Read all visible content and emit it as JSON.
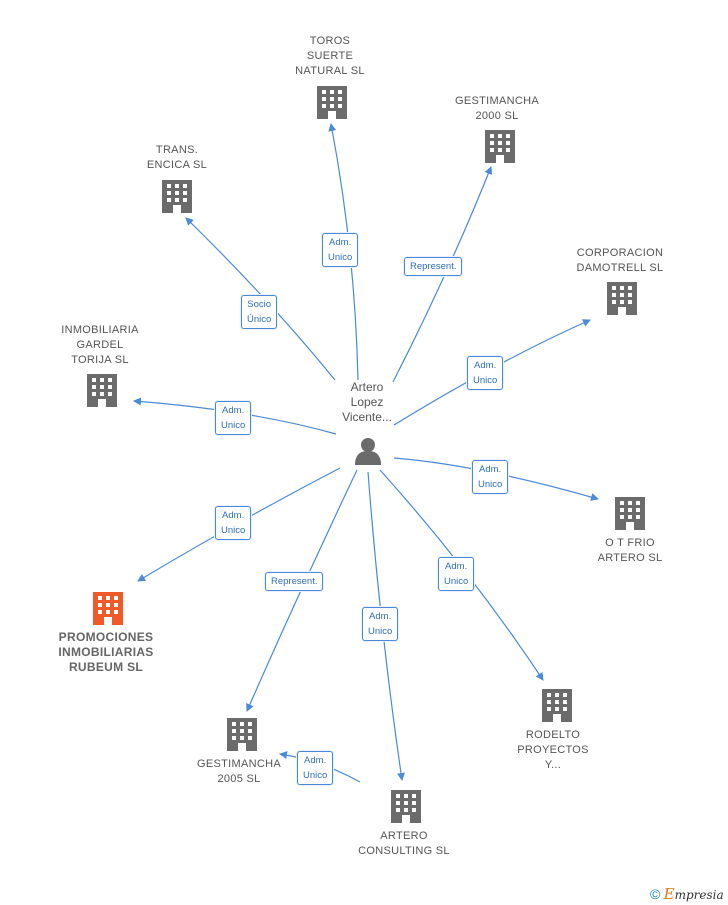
{
  "center": {
    "label": "Artero\nLopez\nVicente..."
  },
  "nodes": [
    {
      "id": "toros",
      "label": "TOROS\nSUERTE\nNATURAL SL",
      "highlight": false
    },
    {
      "id": "gest2000",
      "label": "GESTIMANCHA\n2000 SL",
      "highlight": false
    },
    {
      "id": "trans",
      "label": "TRANS.\nENCICA SL",
      "highlight": false
    },
    {
      "id": "corp",
      "label": "CORPORACION\nDAMOTRELL SL",
      "highlight": false
    },
    {
      "id": "inmob",
      "label": "INMOBILIARIA\nGARDEL\nTORIJA  SL",
      "highlight": false
    },
    {
      "id": "otfrio",
      "label": "O T FRIO\nARTERO SL",
      "highlight": false
    },
    {
      "id": "promo",
      "label": "PROMOCIONES\nINMOBILIARIAS\nRUBEUM SL",
      "highlight": true
    },
    {
      "id": "rodelto",
      "label": "RODELTO\nPROYECTOS\nY...",
      "highlight": false
    },
    {
      "id": "gest2005",
      "label": "GESTIMANCHA\n2005 SL",
      "highlight": false
    },
    {
      "id": "artero",
      "label": "ARTERO\nCONSULTING SL",
      "highlight": false
    }
  ],
  "edges": [
    {
      "to": "toros",
      "label": "Adm.\nUnico"
    },
    {
      "to": "gest2000",
      "label": "Represent."
    },
    {
      "to": "trans",
      "label": "Socio\nÚnico"
    },
    {
      "to": "corp",
      "label": "Adm.\nUnico"
    },
    {
      "to": "inmob",
      "label": "Adm.\nUnico"
    },
    {
      "to": "otfrio",
      "label": "Adm.\nUnico"
    },
    {
      "to": "promo",
      "label": "Adm.\nUnico"
    },
    {
      "to": "gest2005",
      "label": "Represent."
    },
    {
      "to": "artero",
      "label": "Adm.\nUnico"
    },
    {
      "to": "rodelto",
      "label": "Adm.\nUnico"
    },
    {
      "from": "artero",
      "to": "gest2005",
      "label": "Adm.\nUnico"
    }
  ],
  "colors": {
    "edge": "#4a8ad8",
    "building": "#6b6b6b",
    "highlight_building": "#f05a28",
    "person": "#6b6b6b"
  },
  "footer": {
    "copyright": "©",
    "brand_initial": "E",
    "brand_rest": "mpresia"
  }
}
